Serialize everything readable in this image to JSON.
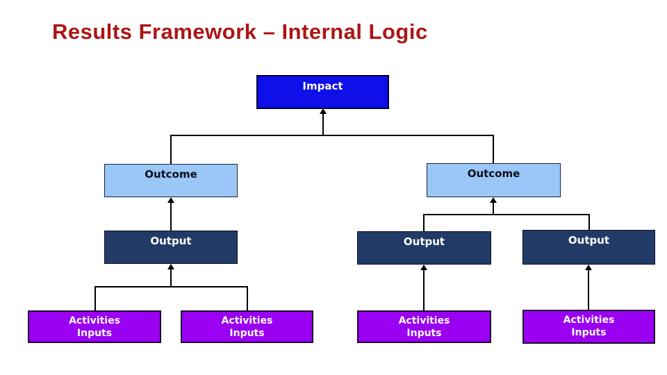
{
  "title": "Results Framework – Internal Logic",
  "colors": {
    "title_red": "#AE1414",
    "impact_blue": "#0E0FE9",
    "outcome_blue": "#9AC7F7",
    "output_navy": "#223A66",
    "activities_purple": "#9A00F2",
    "connector_black": "#000000"
  },
  "diagram": {
    "impact": {
      "label": "Impact"
    },
    "outcomes": [
      {
        "label": "Outcome"
      },
      {
        "label": "Outcome"
      }
    ],
    "outputs": [
      {
        "label": "Output"
      },
      {
        "label": "Output"
      },
      {
        "label": "Output"
      }
    ],
    "activities": [
      {
        "line1": "Activities",
        "line2": "Inputs"
      },
      {
        "line1": "Activities",
        "line2": "Inputs"
      },
      {
        "line1": "Activities",
        "line2": "Inputs"
      },
      {
        "line1": "Activities",
        "line2": "Inputs"
      }
    ]
  }
}
